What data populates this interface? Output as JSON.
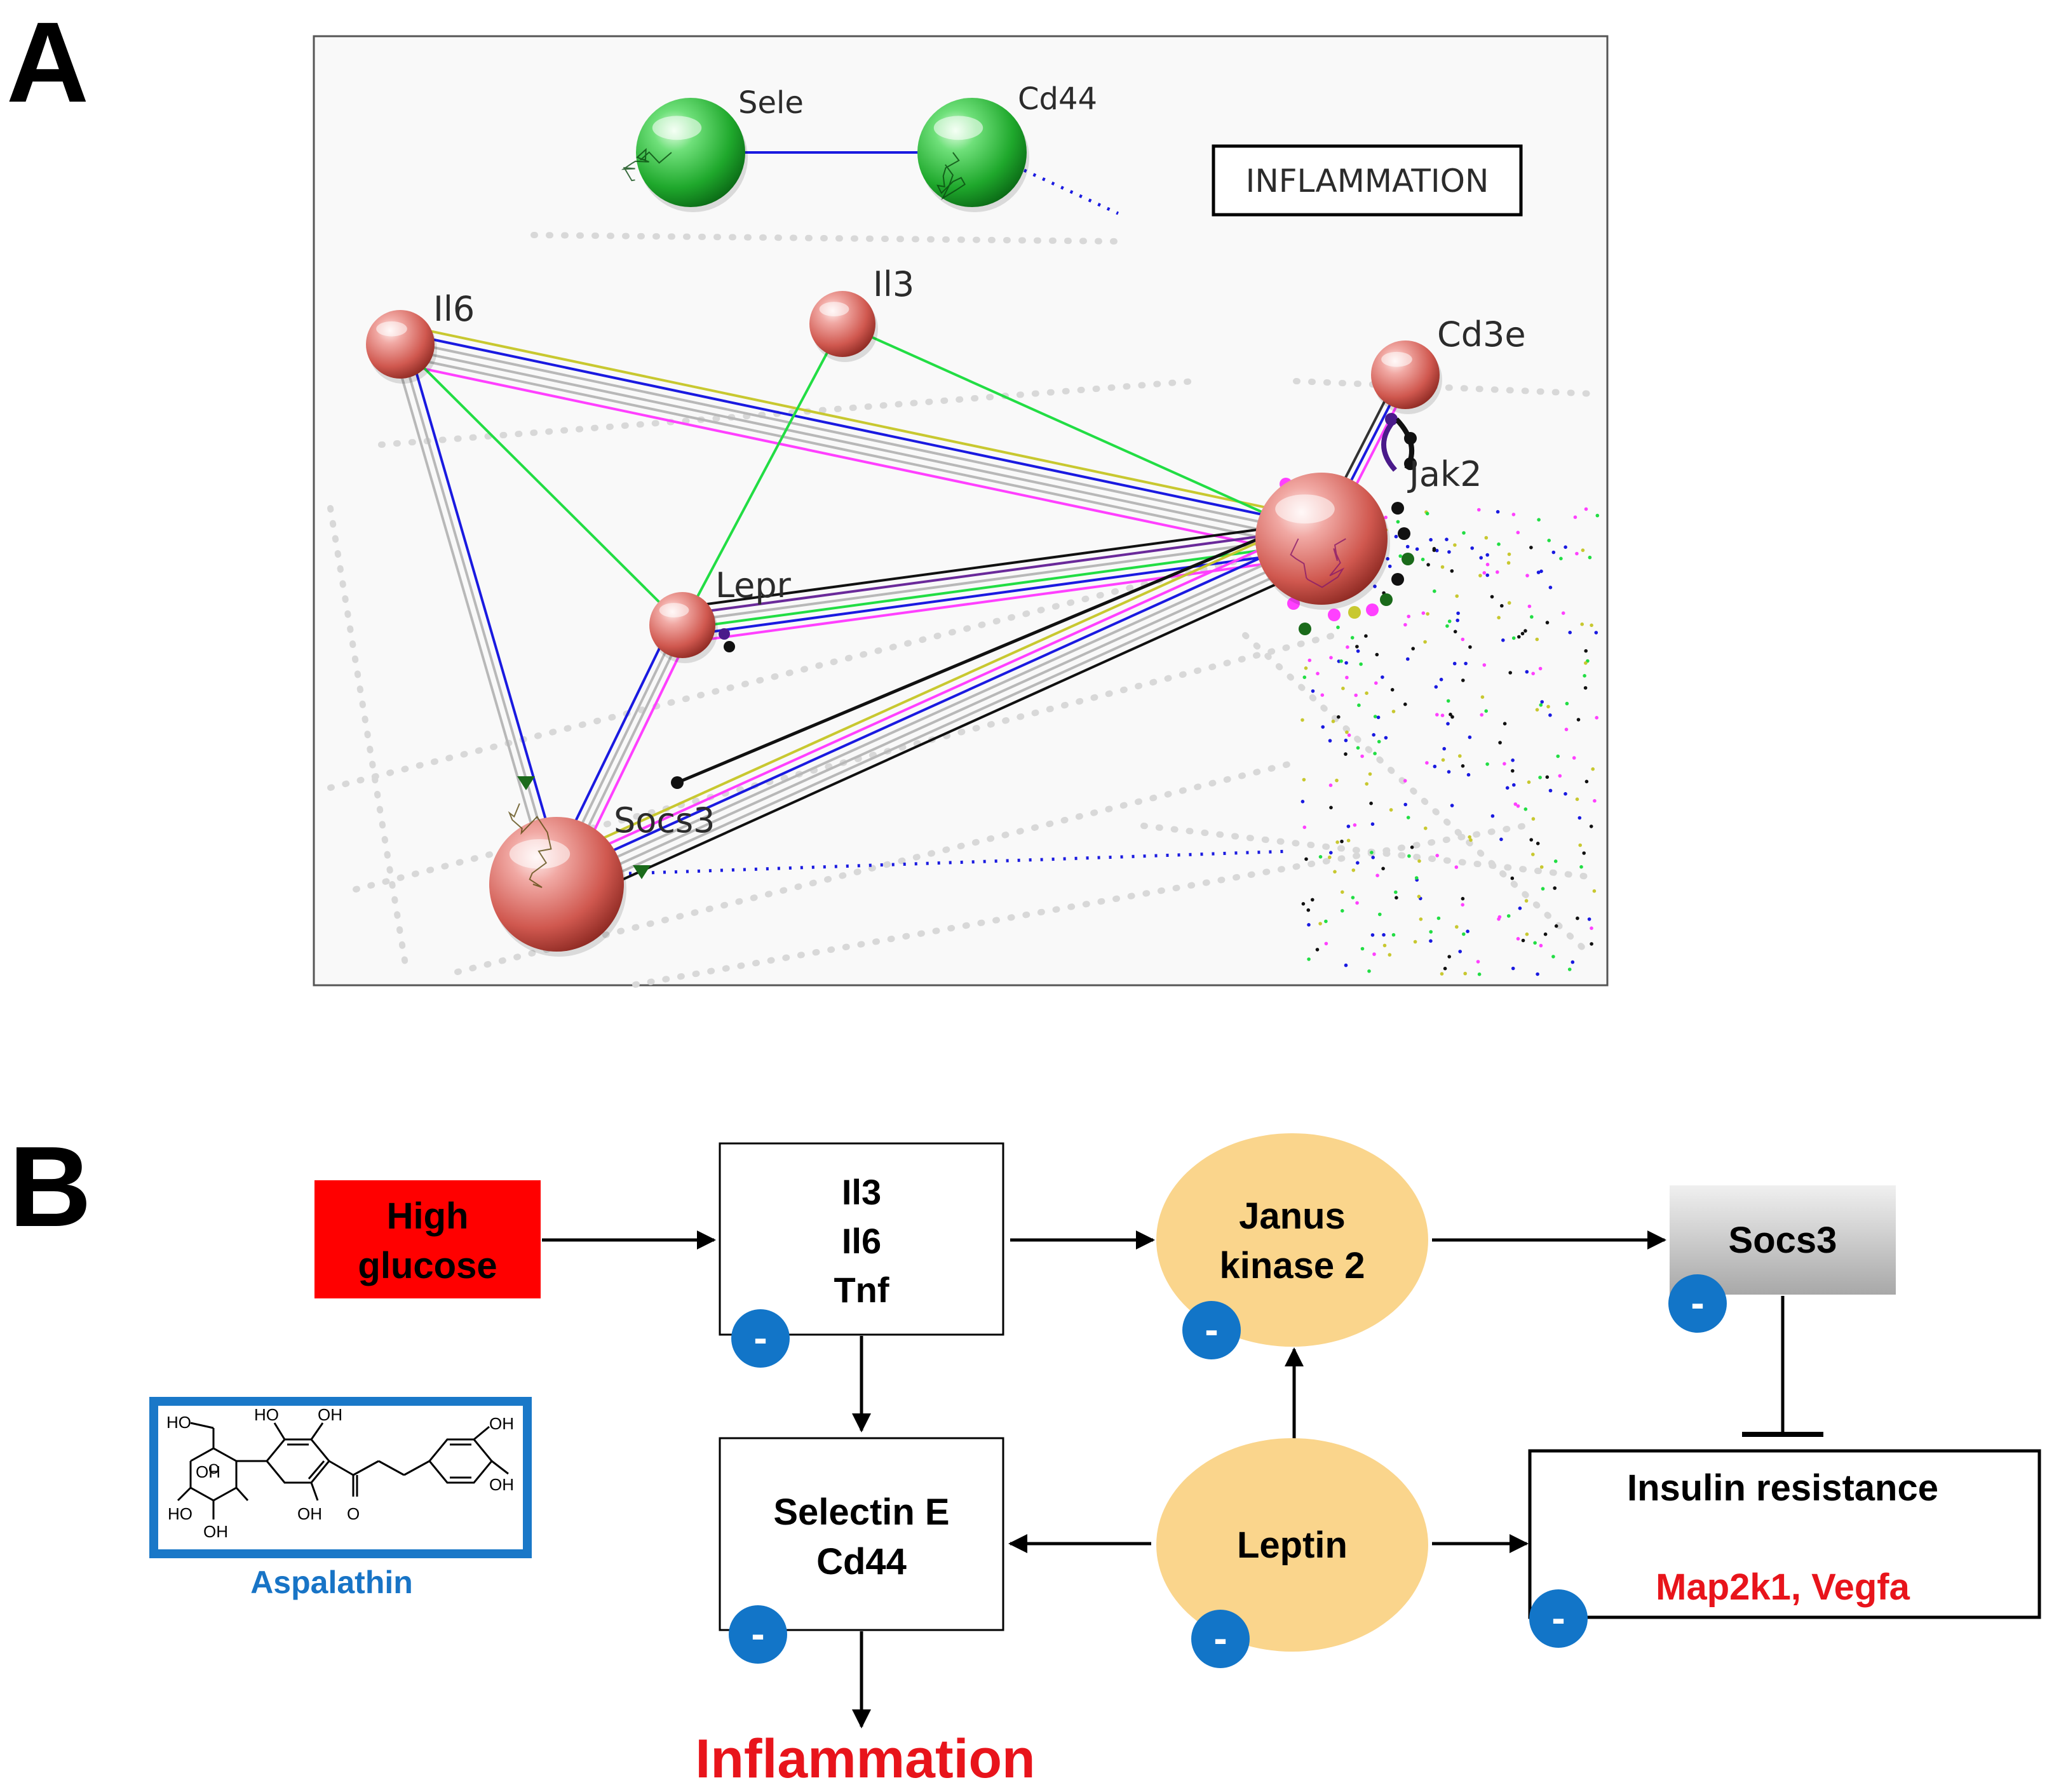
{
  "panels": {
    "a_letter": "A",
    "b_letter": "B"
  },
  "network": {
    "category_label": "INFLAMMATION",
    "nodes": [
      {
        "id": "sele",
        "label": "Sele",
        "color": "green"
      },
      {
        "id": "cd44",
        "label": "Cd44",
        "color": "green"
      },
      {
        "id": "il6",
        "label": "Il6",
        "color": "red"
      },
      {
        "id": "il3",
        "label": "Il3",
        "color": "red"
      },
      {
        "id": "cd3e",
        "label": "Cd3e",
        "color": "red"
      },
      {
        "id": "jak2",
        "label": "Jak2",
        "color": "red"
      },
      {
        "id": "lepr",
        "label": "Lepr",
        "color": "red"
      },
      {
        "id": "socs3",
        "label": "Socs3",
        "color": "red"
      }
    ]
  },
  "pathway": {
    "high_glucose": [
      "High",
      "glucose"
    ],
    "cytokines": [
      "Il3",
      "Il6",
      "Tnf"
    ],
    "jak2": [
      "Janus",
      "kinase 2"
    ],
    "socs3": "Socs3",
    "selectin": [
      "Selectin E",
      "Cd44"
    ],
    "leptin": "Leptin",
    "insulin_resistance": "Insulin resistance",
    "insulin_genes": "Map2k1, Vegfa",
    "inflammation": "Inflammation",
    "compound_name": "Aspalathin",
    "minus_symbol": "-",
    "chem_labels": [
      "HO",
      "HO",
      "OH",
      "OH",
      "OH",
      "OH",
      "HO",
      "OH",
      "OH",
      "O",
      "O"
    ]
  },
  "colors": {
    "green_node": "#2bbf3c",
    "red_node": "#d9534f",
    "high_glucose_box": "#ff0000",
    "ellipse_fill": "#fad58c",
    "socs3_box": "#c8c8c8",
    "minus_badge": "#1275c8",
    "compound_border": "#1a78c8",
    "edge_blue": "#1a1ae0",
    "edge_pink": "#ff40ff",
    "edge_green": "#22dd44",
    "edge_yellow": "#c8c830",
    "edge_black": "#111111",
    "edge_gray": "#b8b8b8"
  }
}
